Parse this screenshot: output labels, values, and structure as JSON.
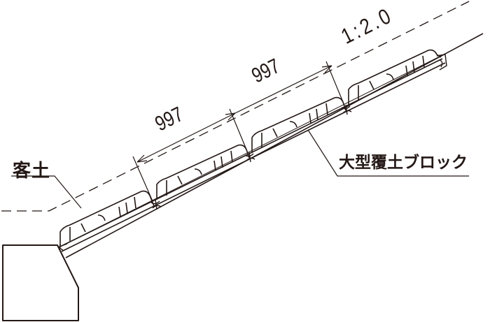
{
  "diagram": {
    "type": "slope cross-section",
    "line_color": "#231815",
    "labels": {
      "fill_soil": "客土",
      "block": "大型覆土ブロック",
      "slope_ratio": "1:2.0",
      "dimension_1": "997",
      "dimension_2": "997"
    },
    "block_count": 4,
    "block_pitch_mm": 997
  }
}
